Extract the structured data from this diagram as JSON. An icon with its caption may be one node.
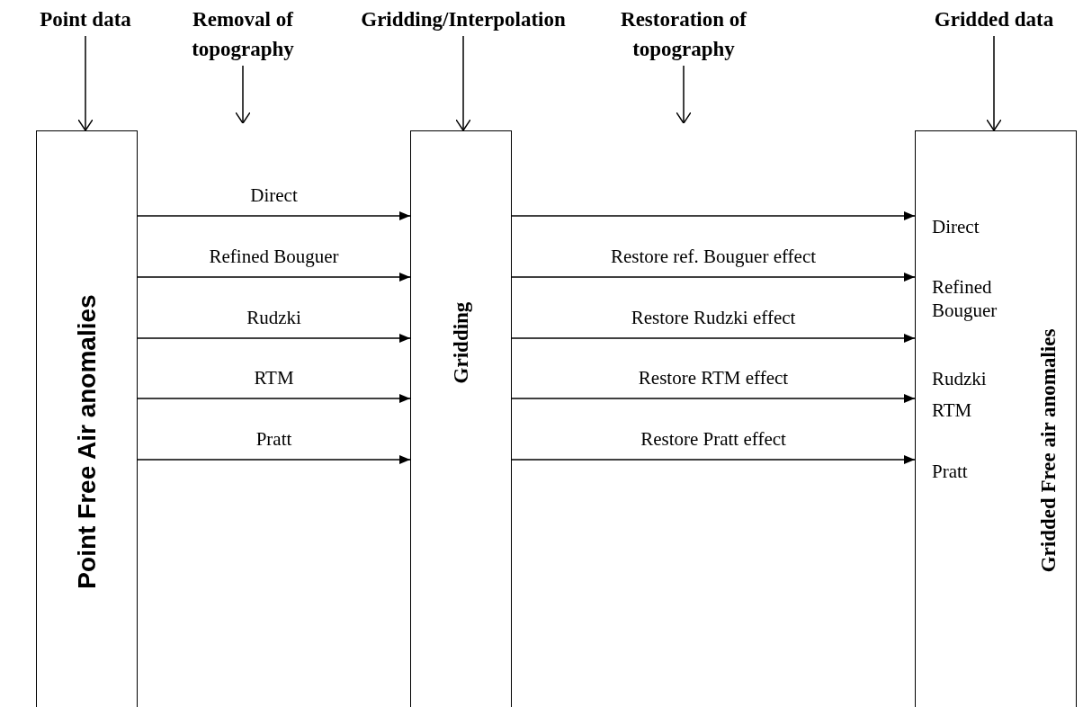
{
  "diagram": {
    "nodes": [
      {
        "text": [
          "Point data"
        ]
      },
      {
        "text": [
          "Removal of topography"
        ]
      },
      {
        "text": [
          "Gridding/Interpolation"
        ]
      },
      {
        "text": [
          "Restoration of topography"
        ]
      },
      {
        "text": [
          "Gridded data"
        ]
      },
      {
        "text": [
          "Point Free Air anomalies"
        ]
      },
      {
        "text": [
          "Gridding"
        ]
      },
      {
        "text": [
          "Gridded Free air anomalies",
          "Direct",
          "Refined Bouguer",
          "Rudzki",
          "RTM",
          "Pratt"
        ]
      }
    ],
    "edges": [
      {
        "from": 0,
        "to": 5,
        "arrow": "to"
      },
      {
        "from": 1,
        "to": null,
        "arrow": "to"
      },
      {
        "from": 2,
        "to": 6,
        "arrow": "to"
      },
      {
        "from": 3,
        "to": null,
        "arrow": "to"
      },
      {
        "from": 4,
        "to": 7,
        "arrow": "to"
      },
      {
        "from": 5,
        "to": 6,
        "arrow": "to",
        "label": "Direct"
      },
      {
        "from": 5,
        "to": 6,
        "arrow": "to",
        "label": "Refined Bouguer"
      },
      {
        "from": 5,
        "to": 6,
        "arrow": "to",
        "label": "Rudzki"
      },
      {
        "from": 5,
        "to": 6,
        "arrow": "to",
        "label": "RTM"
      },
      {
        "from": 5,
        "to": 6,
        "arrow": "to",
        "label": "Pratt"
      },
      {
        "from": 6,
        "to": 7,
        "arrow": "to"
      },
      {
        "from": 6,
        "to": 7,
        "arrow": "to",
        "label": "Restore ref. Bouguer effect"
      },
      {
        "from": 6,
        "to": 7,
        "arrow": "to",
        "label": "Restore Rudzki effect"
      },
      {
        "from": 6,
        "to": 7,
        "arrow": "to",
        "label": "Restore RTM effect"
      },
      {
        "from": 6,
        "to": 7,
        "arrow": "to",
        "label": "Restore Pratt effect"
      }
    ]
  }
}
